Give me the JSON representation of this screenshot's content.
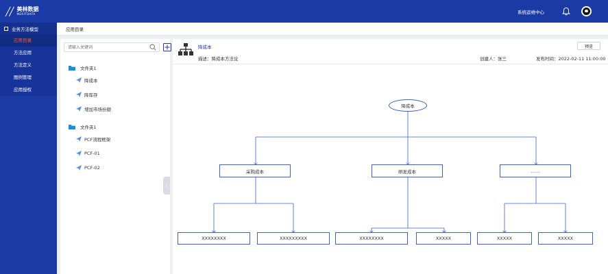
{
  "header": {
    "logo_cn": "美林数据",
    "logo_en": "MERITDATA",
    "system_center": "系统运维中心"
  },
  "sidebar": {
    "root_label": "业务方法模型",
    "items": [
      {
        "label": "应用目录",
        "active": true
      },
      {
        "label": "方法应用",
        "active": false
      },
      {
        "label": "方法定义",
        "active": false
      },
      {
        "label": "图例管理",
        "active": false
      },
      {
        "label": "应用授权",
        "active": false
      }
    ]
  },
  "breadcrumb": {
    "label": "应用目录"
  },
  "tree": {
    "search_placeholder": "请输入关键词",
    "folders": [
      {
        "label": "文件夹1",
        "items": [
          "降成本",
          "降库存",
          "增加市场份额"
        ]
      },
      {
        "label": "文件夹1",
        "items": [
          "PCF流程框架",
          "PCF-01",
          "PCF-02"
        ]
      }
    ]
  },
  "detail": {
    "title": "降成本",
    "description": "描述：降成本方法论",
    "creator": "创建人：张三",
    "publish_time": "发布时间：2022-02-11 11:00:00",
    "preview_label": "预览"
  },
  "diagram": {
    "root": "降成本",
    "level1": [
      "采购成本",
      "研发成本",
      "......"
    ],
    "level2": [
      "XXXXXXXX",
      "XXXXXXXXX",
      "XXXXXXXX",
      "XXXXX",
      "XXXXX",
      "XXXXX"
    ]
  },
  "colors": {
    "primary": "#1a3aa6",
    "active_menu": "#ff5a2c",
    "line": "#3c5fd6"
  }
}
